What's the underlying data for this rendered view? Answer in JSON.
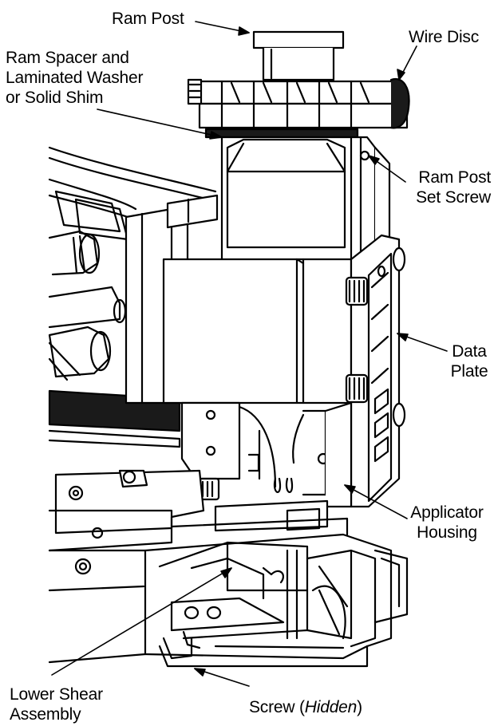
{
  "labels": {
    "ram_post": "Ram Post",
    "wire_disc": "Wire Disc",
    "ram_spacer": [
      "Ram Spacer and",
      "Laminated Washer",
      "or Solid Shim"
    ],
    "ram_post_set_screw": [
      "Ram Post",
      "Set Screw"
    ],
    "data_plate": [
      "Data",
      "Plate"
    ],
    "applicator_housing": [
      "Applicator",
      "Housing"
    ],
    "lower_shear_assembly": [
      "Lower Shear",
      "Assembly"
    ],
    "screw_prefix": "Screw (",
    "screw_hidden": "Hidden",
    "screw_suffix": ")"
  },
  "colors": {
    "ink": "#000000",
    "paper": "#ffffff",
    "shade": "#1a1a1a"
  }
}
